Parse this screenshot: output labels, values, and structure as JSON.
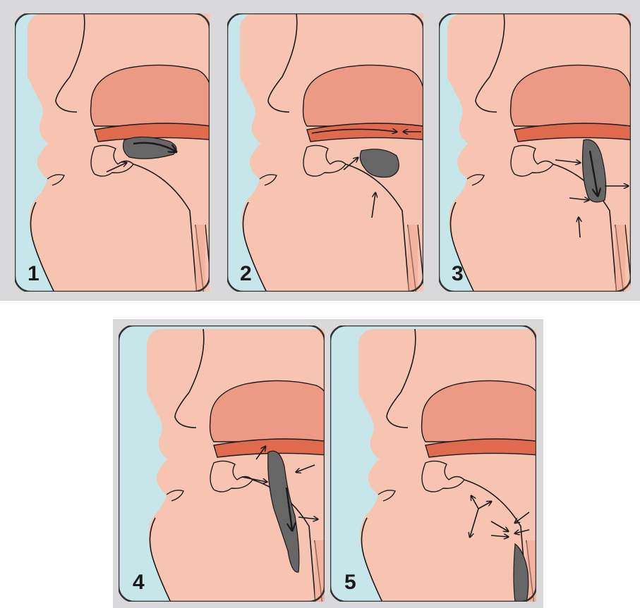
{
  "panels": [
    {
      "number": "1"
    },
    {
      "number": "2"
    },
    {
      "number": "3"
    },
    {
      "number": "4"
    },
    {
      "number": "5"
    }
  ],
  "colors": {
    "background_strip": "#d9d9dc",
    "panel_fill": "#c6e6ea",
    "skin": "#f6c4b0",
    "nasal_cavity": "#ec9a86",
    "palate": "#e06a4e",
    "bolus": "#666666",
    "outline": "#1a1a1a"
  }
}
